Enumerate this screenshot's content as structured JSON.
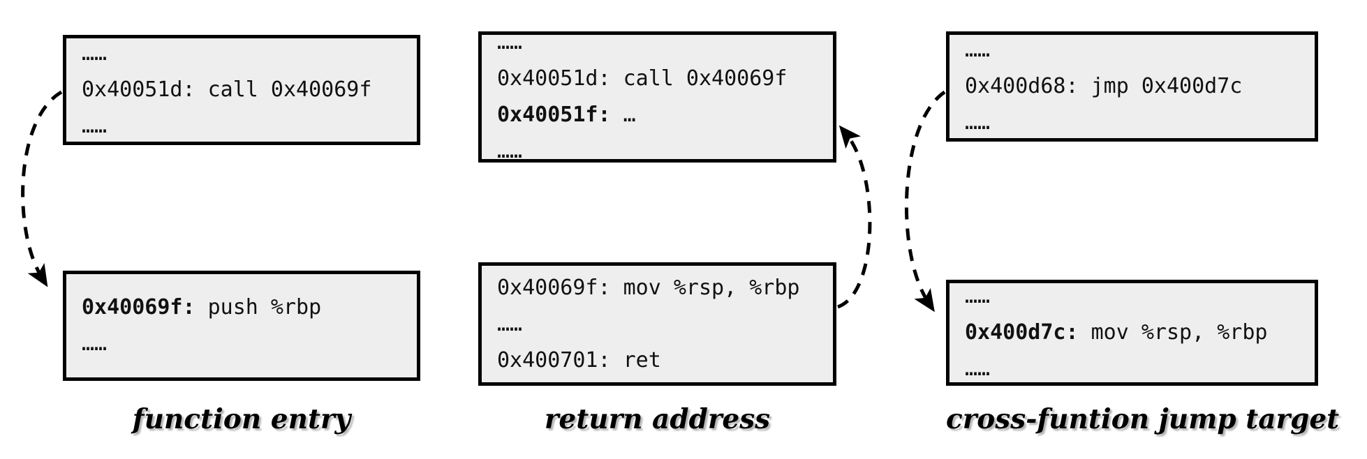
{
  "diagram": {
    "title_columns": [
      "function entry",
      "return address",
      "cross-funtion jump target"
    ],
    "ellipsis": "……",
    "columns": [
      {
        "name": "function-entry",
        "caption": "function entry",
        "top_box": {
          "lines": [
            {
              "text": "……",
              "bold": false,
              "dots": true
            },
            {
              "text": "0x40051d: call 0x40069f",
              "bold": false,
              "dots": false
            },
            {
              "text": "……",
              "bold": false,
              "dots": true
            }
          ]
        },
        "bottom_box": {
          "lines": [
            {
              "addr": "0x40069f:",
              "rest": " push %rbp",
              "bold_addr": true,
              "dots": false
            },
            {
              "text": "……",
              "bold": false,
              "dots": true
            }
          ]
        },
        "arrow": {
          "name": "call-to-function-entry-arrow",
          "style": "dashed-curve",
          "direction": "down-left-bulge"
        }
      },
      {
        "name": "return-address",
        "caption": "return address",
        "top_box": {
          "lines": [
            {
              "text": "……",
              "bold": false,
              "dots": true
            },
            {
              "text": "0x40051d: call 0x40069f",
              "bold": false,
              "dots": false
            },
            {
              "addr": "0x40051f:",
              "rest": " …",
              "bold_addr": true,
              "dots": false
            },
            {
              "text": "……",
              "bold": false,
              "dots": true
            }
          ]
        },
        "bottom_box": {
          "lines": [
            {
              "text": "0x40069f: mov %rsp, %rbp",
              "bold": false,
              "dots": false
            },
            {
              "text": "……",
              "bold": false,
              "dots": true
            },
            {
              "text": "0x400701: ret",
              "bold": false,
              "dots": false
            }
          ]
        },
        "arrow": {
          "name": "ret-to-return-address-arrow",
          "style": "dashed-curve",
          "direction": "up-right-bulge"
        }
      },
      {
        "name": "cross-function-jump-target",
        "caption": "cross-funtion jump target",
        "top_box": {
          "lines": [
            {
              "text": "……",
              "bold": false,
              "dots": true
            },
            {
              "text": "0x400d68: jmp 0x400d7c",
              "bold": false,
              "dots": false
            },
            {
              "text": "……",
              "bold": false,
              "dots": true
            }
          ]
        },
        "bottom_box": {
          "lines": [
            {
              "text": "……",
              "bold": false,
              "dots": true
            },
            {
              "addr": "0x400d7c:",
              "rest": " mov %rsp, %rbp",
              "bold_addr": true,
              "dots": false
            },
            {
              "text": "……",
              "bold": false,
              "dots": true
            }
          ]
        },
        "arrow": {
          "name": "jmp-to-jump-target-arrow",
          "style": "dashed-curve",
          "direction": "down-left-bulge"
        }
      }
    ],
    "colors": {
      "box_fill": "#eeeeee",
      "box_border": "#000000",
      "text": "#111111",
      "background": "#ffffff",
      "arrow": "#000000"
    }
  }
}
